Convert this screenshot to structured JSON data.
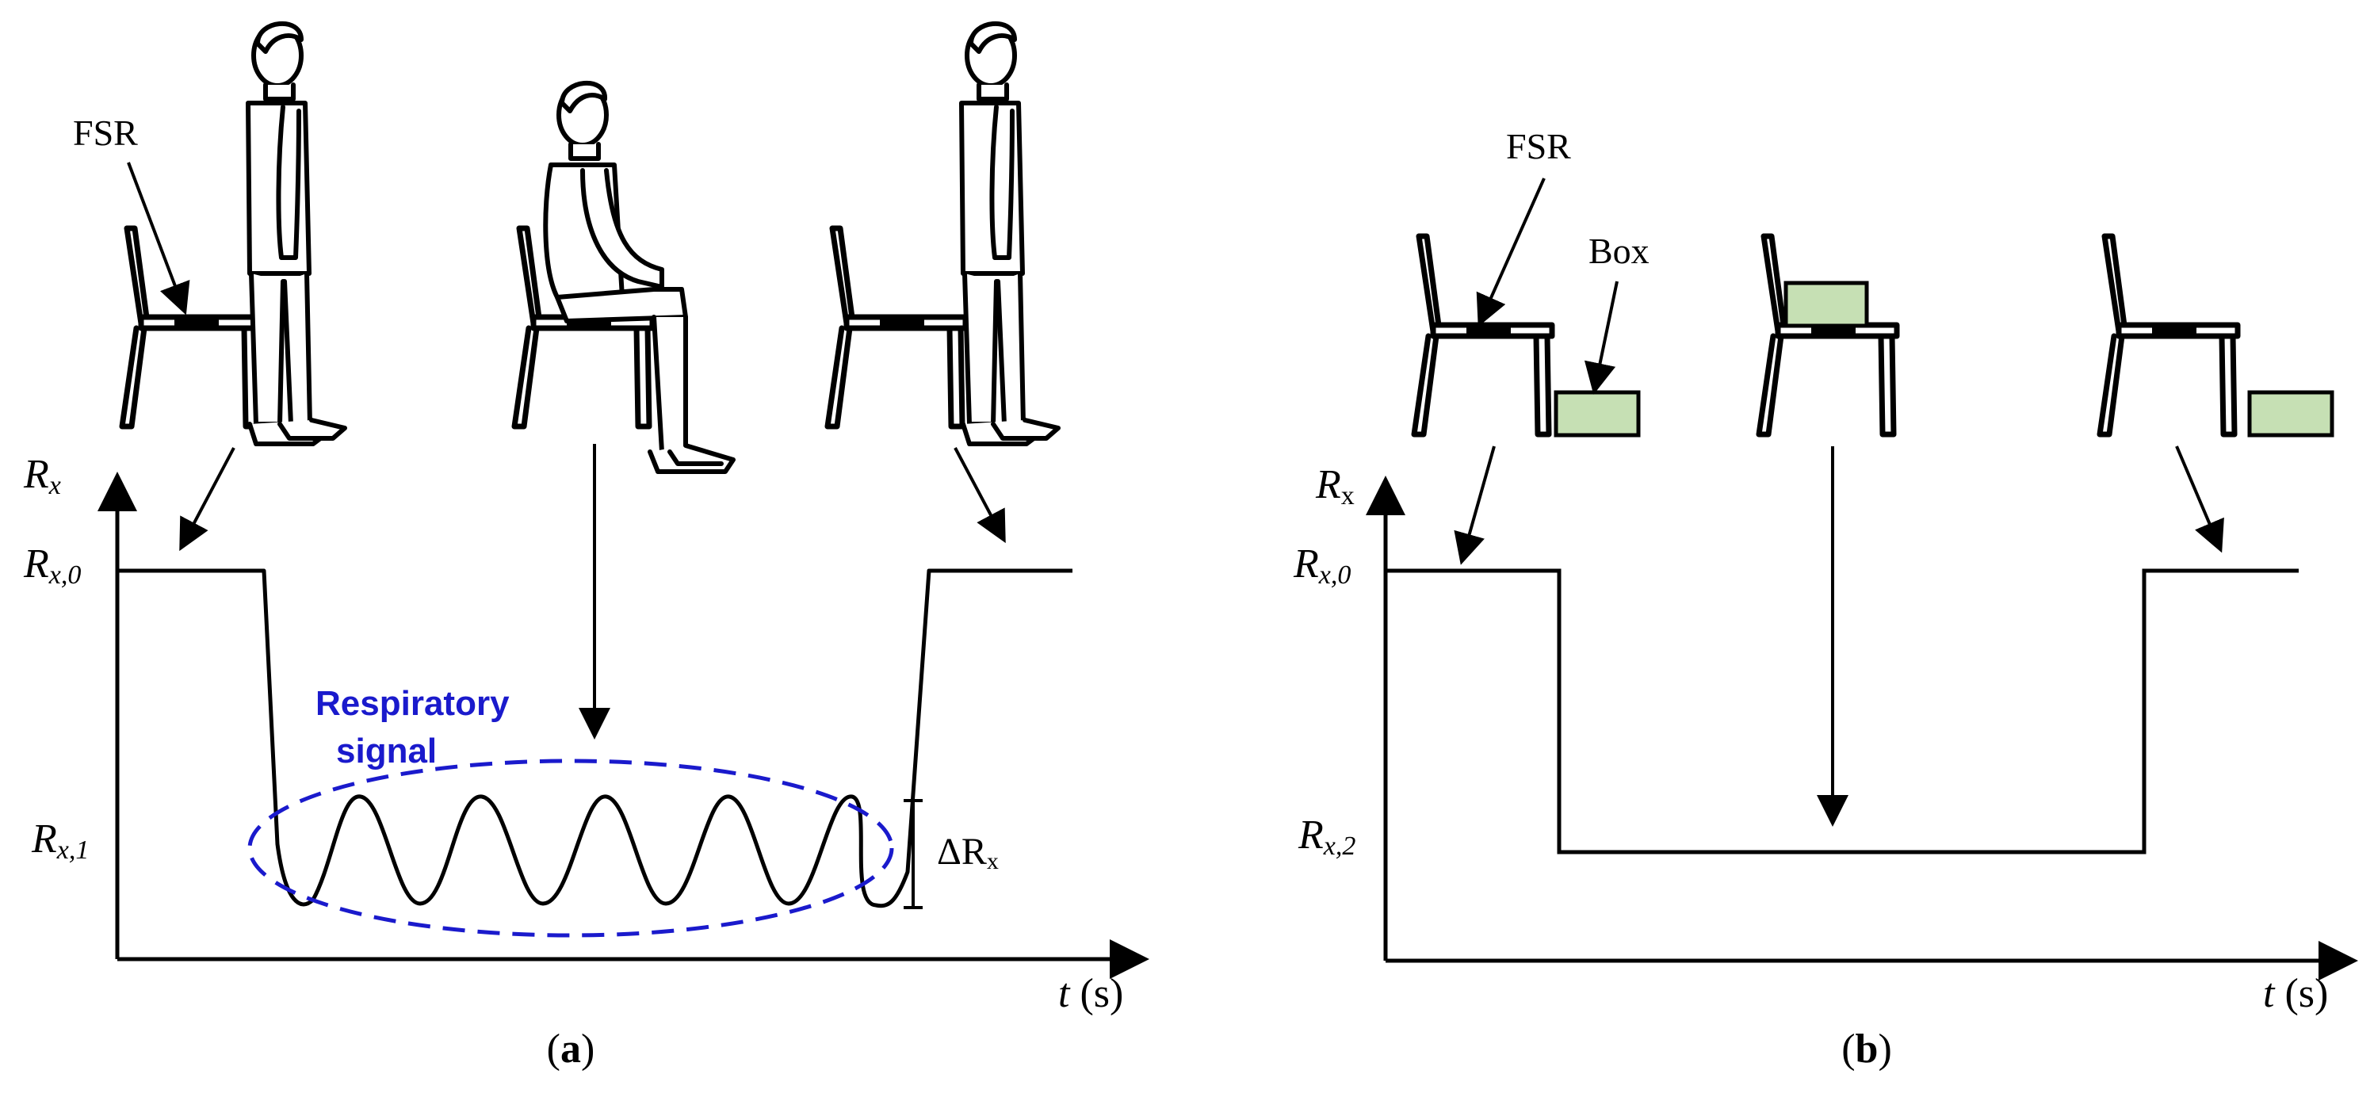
{
  "panel_a": {
    "fsr_label": "FSR",
    "y_axis": {
      "main": "R",
      "sub": "x"
    },
    "level_0": {
      "main": "R",
      "sub": "x,0"
    },
    "level_1": {
      "main": "R",
      "sub": "x,1"
    },
    "delta": {
      "prefix": "ΔR",
      "sub": "x"
    },
    "respiratory_line1": "Respiratory",
    "respiratory_line2": "signal",
    "x_axis": {
      "var": "t",
      "unit": " (s)"
    },
    "caption": {
      "open": "(",
      "letter": "a",
      "close": ")"
    },
    "respiratory_color": "#1a1acc"
  },
  "panel_b": {
    "fsr_label": "FSR",
    "box_label": "Box",
    "y_axis": {
      "main": "R",
      "sub": "x"
    },
    "level_0": {
      "main": "R",
      "sub": "x,0"
    },
    "level_2": {
      "main": "R",
      "sub": "x,2"
    },
    "x_axis": {
      "var": "t",
      "unit": " (s)"
    },
    "caption": {
      "open": "(",
      "letter": "b",
      "close": ")"
    },
    "box_color": "#c6e0b4"
  }
}
